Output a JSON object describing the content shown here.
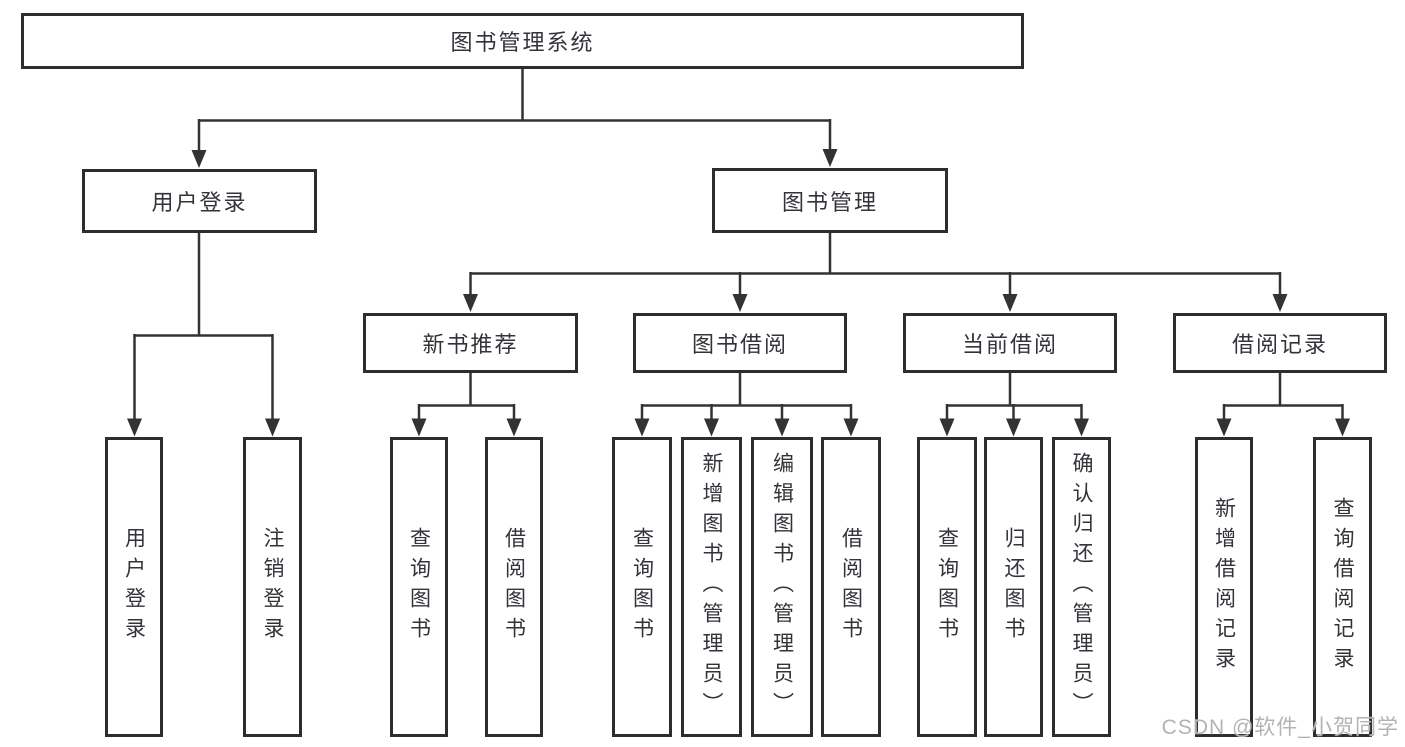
{
  "diagram": {
    "tree": {
      "label": "图书管理系统",
      "children": [
        {
          "label": "用户登录",
          "children": [
            {
              "label": "用户登录"
            },
            {
              "label": "注销登录"
            }
          ]
        },
        {
          "label": "图书管理",
          "children": [
            {
              "label": "新书推荐",
              "children": [
                {
                  "label": "查询图书"
                },
                {
                  "label": "借阅图书"
                }
              ]
            },
            {
              "label": "图书借阅",
              "children": [
                {
                  "label": "查询图书"
                },
                {
                  "label": "新增图书（管理员）"
                },
                {
                  "label": "编辑图书（管理员）"
                },
                {
                  "label": "借阅图书"
                }
              ]
            },
            {
              "label": "当前借阅",
              "children": [
                {
                  "label": "查询图书"
                },
                {
                  "label": "归还图书"
                },
                {
                  "label": "确认归还（管理员）"
                }
              ]
            },
            {
              "label": "借阅记录",
              "children": [
                {
                  "label": "新增借阅记录"
                },
                {
                  "label": "查询借阅记录"
                }
              ]
            }
          ]
        }
      ]
    }
  },
  "watermark": {
    "text": "CSDN @软件_小贺同学"
  },
  "colors": {
    "box_border": "#2d2d2d",
    "line": "#333333",
    "text": "#33333a",
    "watermark": "#b3b3b3",
    "background": "#ffffff"
  }
}
